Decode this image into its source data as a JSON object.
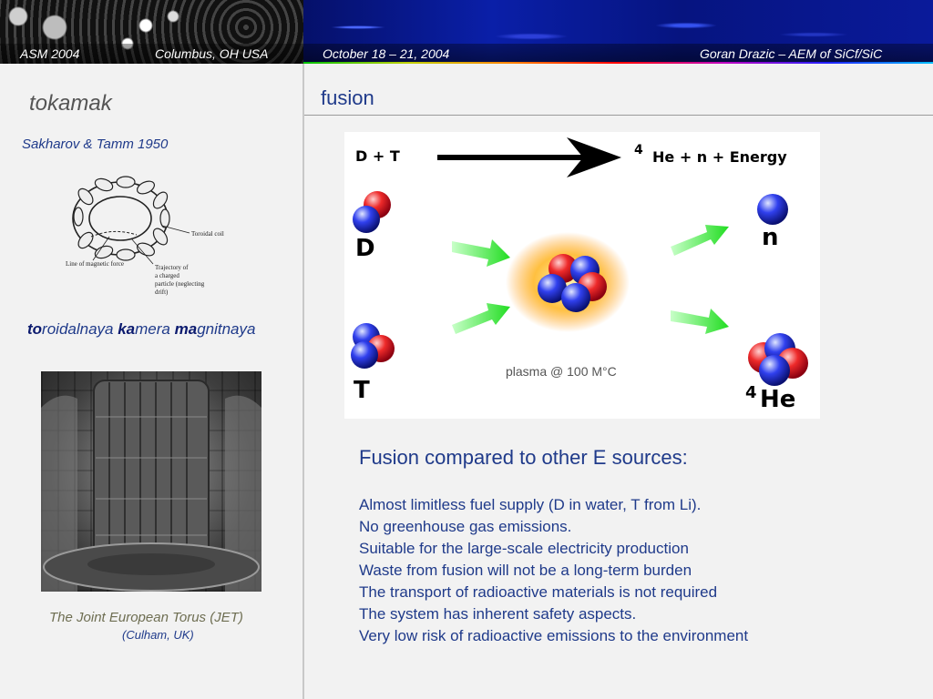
{
  "header": {
    "conference": "ASM 2004",
    "location": "Columbus, OH USA",
    "dates": "October 18 – 21, 2004",
    "author": "Goran Drazic – AEM of SiCf/SiC"
  },
  "left": {
    "title": "tokamak",
    "subtitle": "Sakharov & Tamm 1950",
    "torus_labels": {
      "coil": "Toroidal coil",
      "force": "Line of magnetic force",
      "trajectory": [
        "Trajectory of",
        "a charged",
        "particle (neglecting",
        "drift)"
      ]
    },
    "acronym": [
      {
        "bold": "to",
        "rest": "roidalnaya "
      },
      {
        "bold": "ka",
        "rest": "mera "
      },
      {
        "bold": "ma",
        "rest": "gnitnaya"
      }
    ],
    "caption": "The Joint European Torus (JET)",
    "caption_sub": "(Culham, UK)"
  },
  "right": {
    "title": "fusion",
    "reaction_left": "D + T",
    "reaction_sup": "4",
    "reaction_right": "He + n + Energy",
    "label_d": "D",
    "label_t": "T",
    "label_n": "n",
    "label_he_sup": "4",
    "label_he": "He",
    "plasma_label": "plasma @ 100 M°C",
    "heading": "Fusion compared to other E sources:",
    "bullets": [
      "Almost limitless fuel supply (D in water, T from Li).",
      "No greenhouse gas emissions.",
      "Suitable for the large-scale electricity production",
      "Waste from fusion will not be a long-term burden",
      "The transport of radioactive materials is not required",
      "The system has inherent safety aspects.",
      "Very low risk of radioactive emissions to the environment"
    ]
  },
  "colors": {
    "text_blue": "#1f3a8a",
    "proton_red": "#e0202a",
    "neutron_blue": "#2a3cf0",
    "arrow_green": "#22dd22"
  }
}
